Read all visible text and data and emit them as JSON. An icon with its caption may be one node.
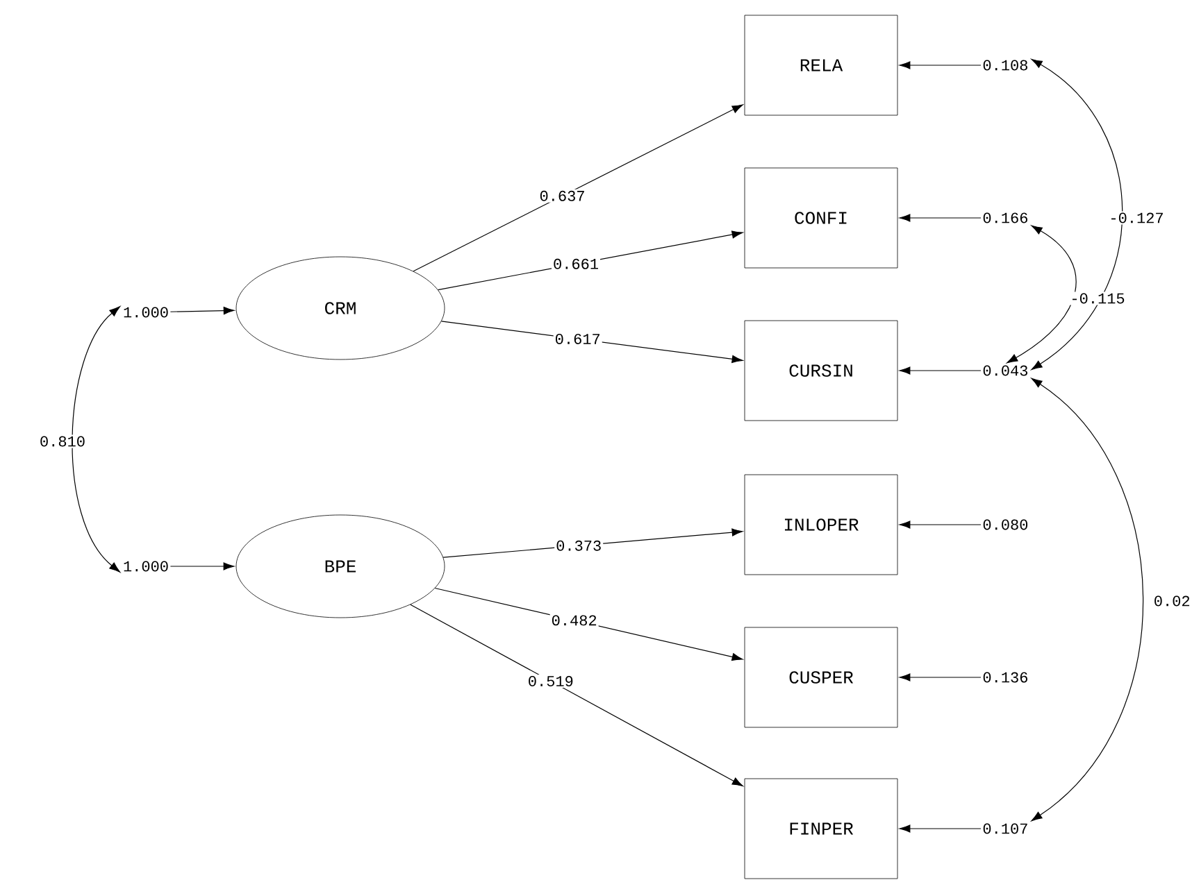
{
  "diagram": {
    "nodes": [
      {
        "text": [
          "CRM"
        ]
      },
      {
        "text": [
          "BPE"
        ]
      },
      {
        "text": [
          "RELA"
        ]
      },
      {
        "text": [
          "CONFI"
        ]
      },
      {
        "text": [
          "CURSIN"
        ]
      },
      {
        "text": [
          "INLOPER"
        ]
      },
      {
        "text": [
          "CUSPER"
        ]
      },
      {
        "text": [
          "FINPER"
        ]
      },
      {
        "text": [
          "1.000"
        ]
      },
      {
        "text": [
          "1.000"
        ]
      },
      {
        "text": [
          "0.108"
        ]
      },
      {
        "text": [
          "0.166"
        ]
      },
      {
        "text": [
          "0.043"
        ]
      },
      {
        "text": [
          "0.080"
        ]
      },
      {
        "text": [
          "0.136"
        ]
      },
      {
        "text": [
          "0.107"
        ]
      }
    ],
    "edges": [
      {
        "from": 0,
        "to": 2,
        "arrow": "to",
        "label": "0.637"
      },
      {
        "from": 0,
        "to": 3,
        "arrow": "to",
        "label": "0.661"
      },
      {
        "from": 0,
        "to": 4,
        "arrow": "to",
        "label": "0.617"
      },
      {
        "from": 1,
        "to": 5,
        "arrow": "to",
        "label": "0.373"
      },
      {
        "from": 1,
        "to": 6,
        "arrow": "to",
        "label": "0.482"
      },
      {
        "from": 1,
        "to": 7,
        "arrow": "to",
        "label": "0.519"
      },
      {
        "from": 8,
        "to": 0,
        "arrow": "to"
      },
      {
        "from": 9,
        "to": 1,
        "arrow": "to"
      },
      {
        "from": 10,
        "to": 2,
        "arrow": "to"
      },
      {
        "from": 11,
        "to": 3,
        "arrow": "to"
      },
      {
        "from": 12,
        "to": 4,
        "arrow": "to"
      },
      {
        "from": 13,
        "to": 5,
        "arrow": "to"
      },
      {
        "from": 14,
        "to": 6,
        "arrow": "to"
      },
      {
        "from": 15,
        "to": 7,
        "arrow": "to"
      },
      {
        "from": 8,
        "to": 9,
        "arrow": "both",
        "label": "0.810"
      },
      {
        "from": 10,
        "to": 12,
        "arrow": "both",
        "label": "-0.127"
      },
      {
        "from": 11,
        "to": 12,
        "arrow": "both",
        "label": "-0.115"
      },
      {
        "from": 12,
        "to": 15,
        "arrow": "both",
        "label": "0.02"
      }
    ]
  }
}
